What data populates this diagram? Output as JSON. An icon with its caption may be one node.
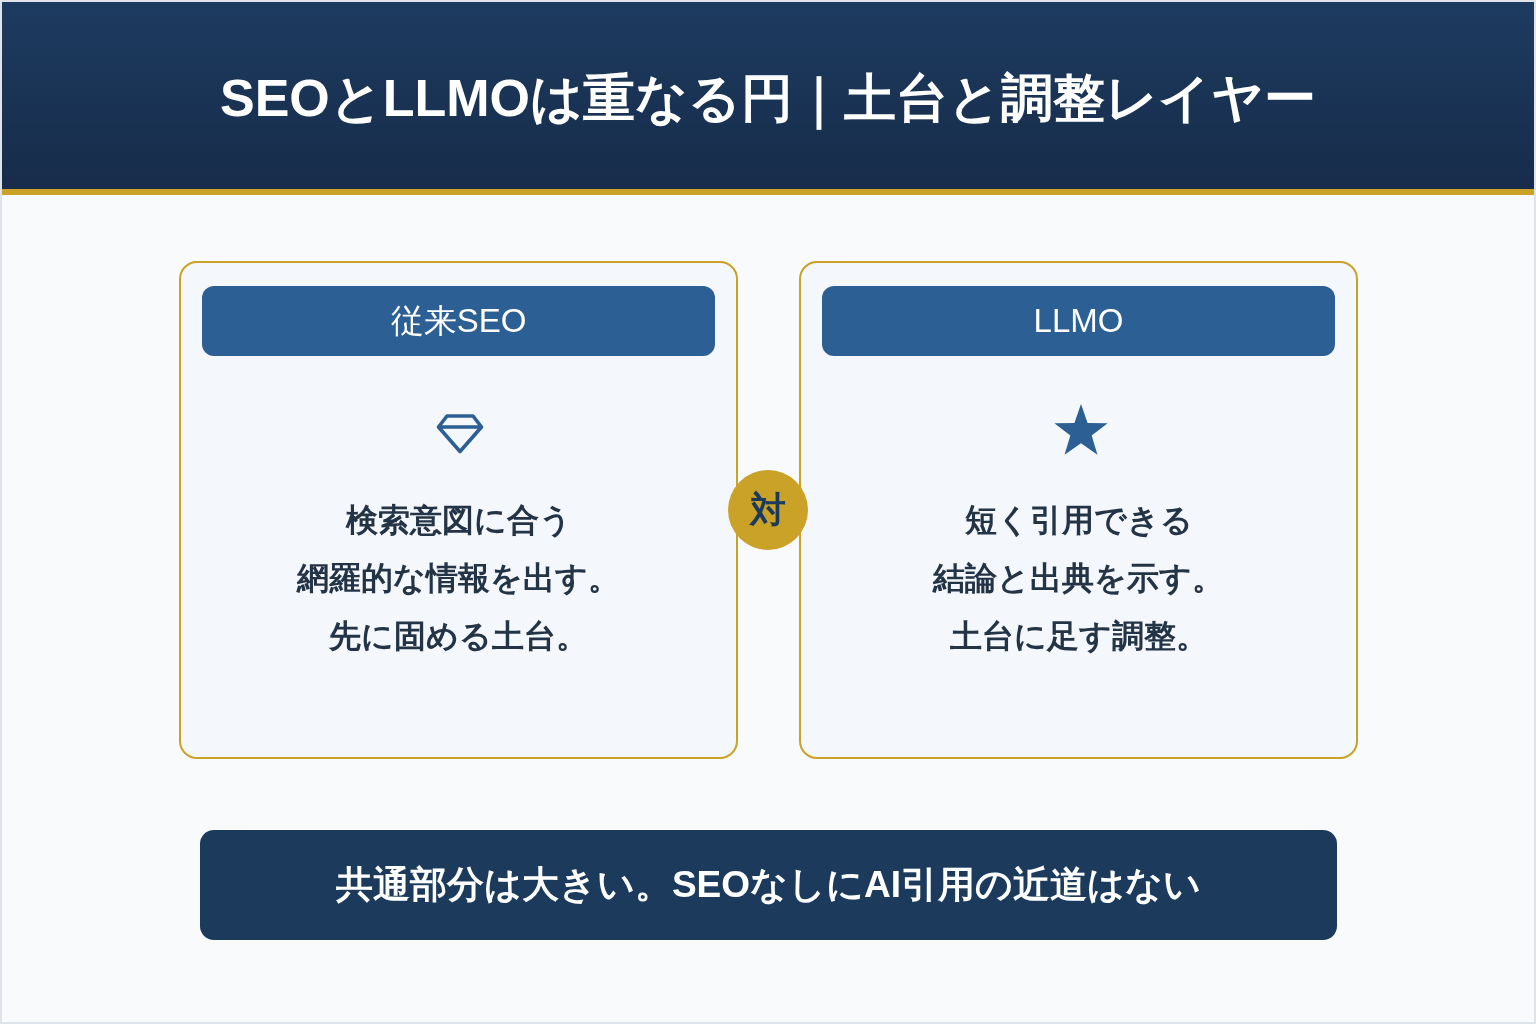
{
  "diagram": {
    "title": "SEOとLLMOは重なる円｜土台と調整レイヤー",
    "nodes": [
      {
        "text": [
          "検索意図に合う網羅的な情報を出す。先に固める土台。"
        ]
      },
      {
        "text": [
          "従来SEO"
        ],
        "in": 0
      },
      {
        "text": [
          "対"
        ]
      },
      {
        "text": [
          "短く引用できる結論と出典を示す。土台に足す調整。"
        ]
      },
      {
        "text": [
          "LLMO"
        ],
        "in": 3
      },
      {
        "text": [
          "共通部分は大きい。SEOなしにAI引用の近道はない"
        ]
      }
    ]
  }
}
